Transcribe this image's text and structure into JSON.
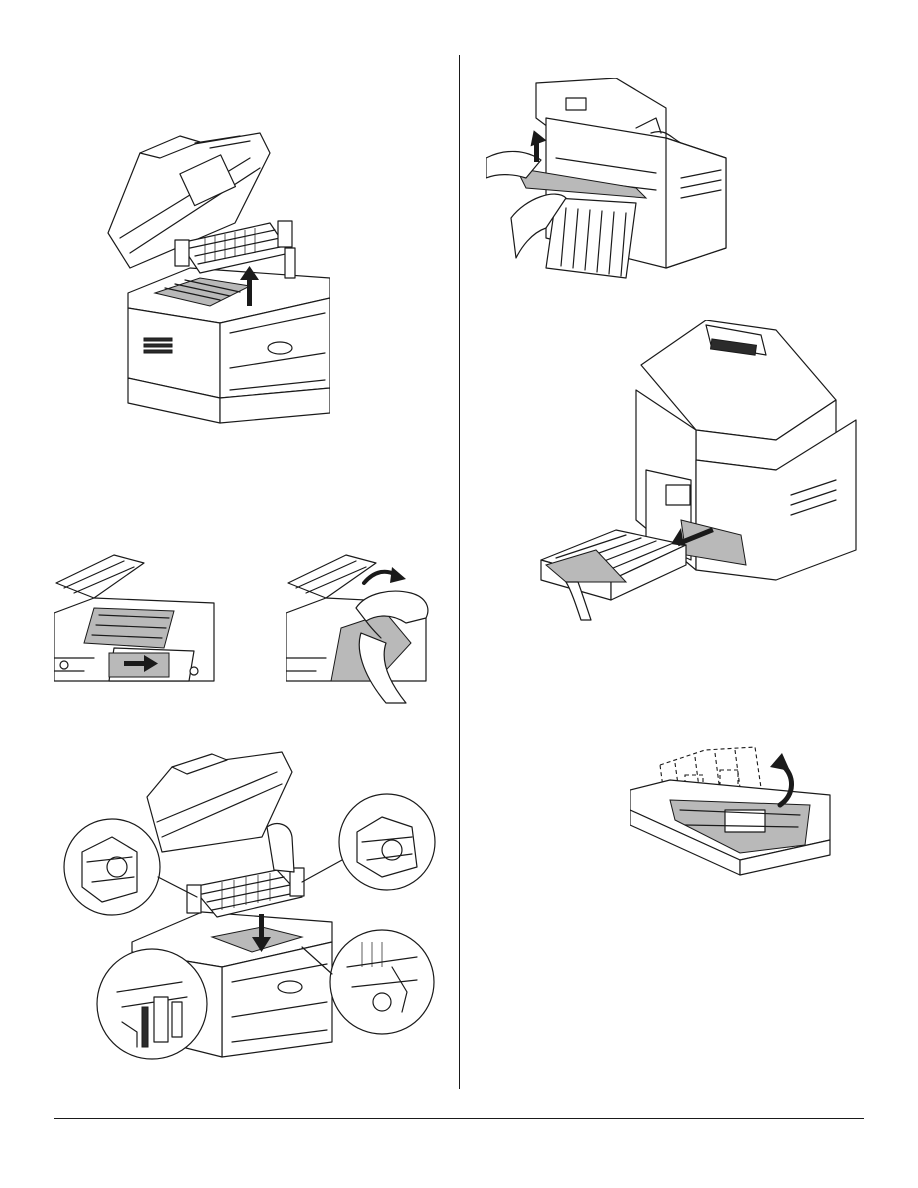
{
  "page": {
    "background": "#ffffff",
    "line_color": "#1a1a1a",
    "shade_color": "#b9b9b9"
  },
  "figures": [
    {
      "id": "fig-remove-image-drum",
      "icon": "up-arrow"
    },
    {
      "id": "fig-pull-paper-front",
      "icon": "right-arrow"
    },
    {
      "id": "fig-pull-paper-under-drum",
      "icon": "curved-arrow"
    },
    {
      "id": "fig-reinstall-image-drum",
      "icon": "down-arrow"
    },
    {
      "id": "fig-pull-paper-rear",
      "icon": "up-arrow"
    },
    {
      "id": "fig-remove-duplex-unit",
      "icon": "diagonal-arrow"
    },
    {
      "id": "fig-open-duplex-cover",
      "icon": "curved-arrow"
    }
  ]
}
